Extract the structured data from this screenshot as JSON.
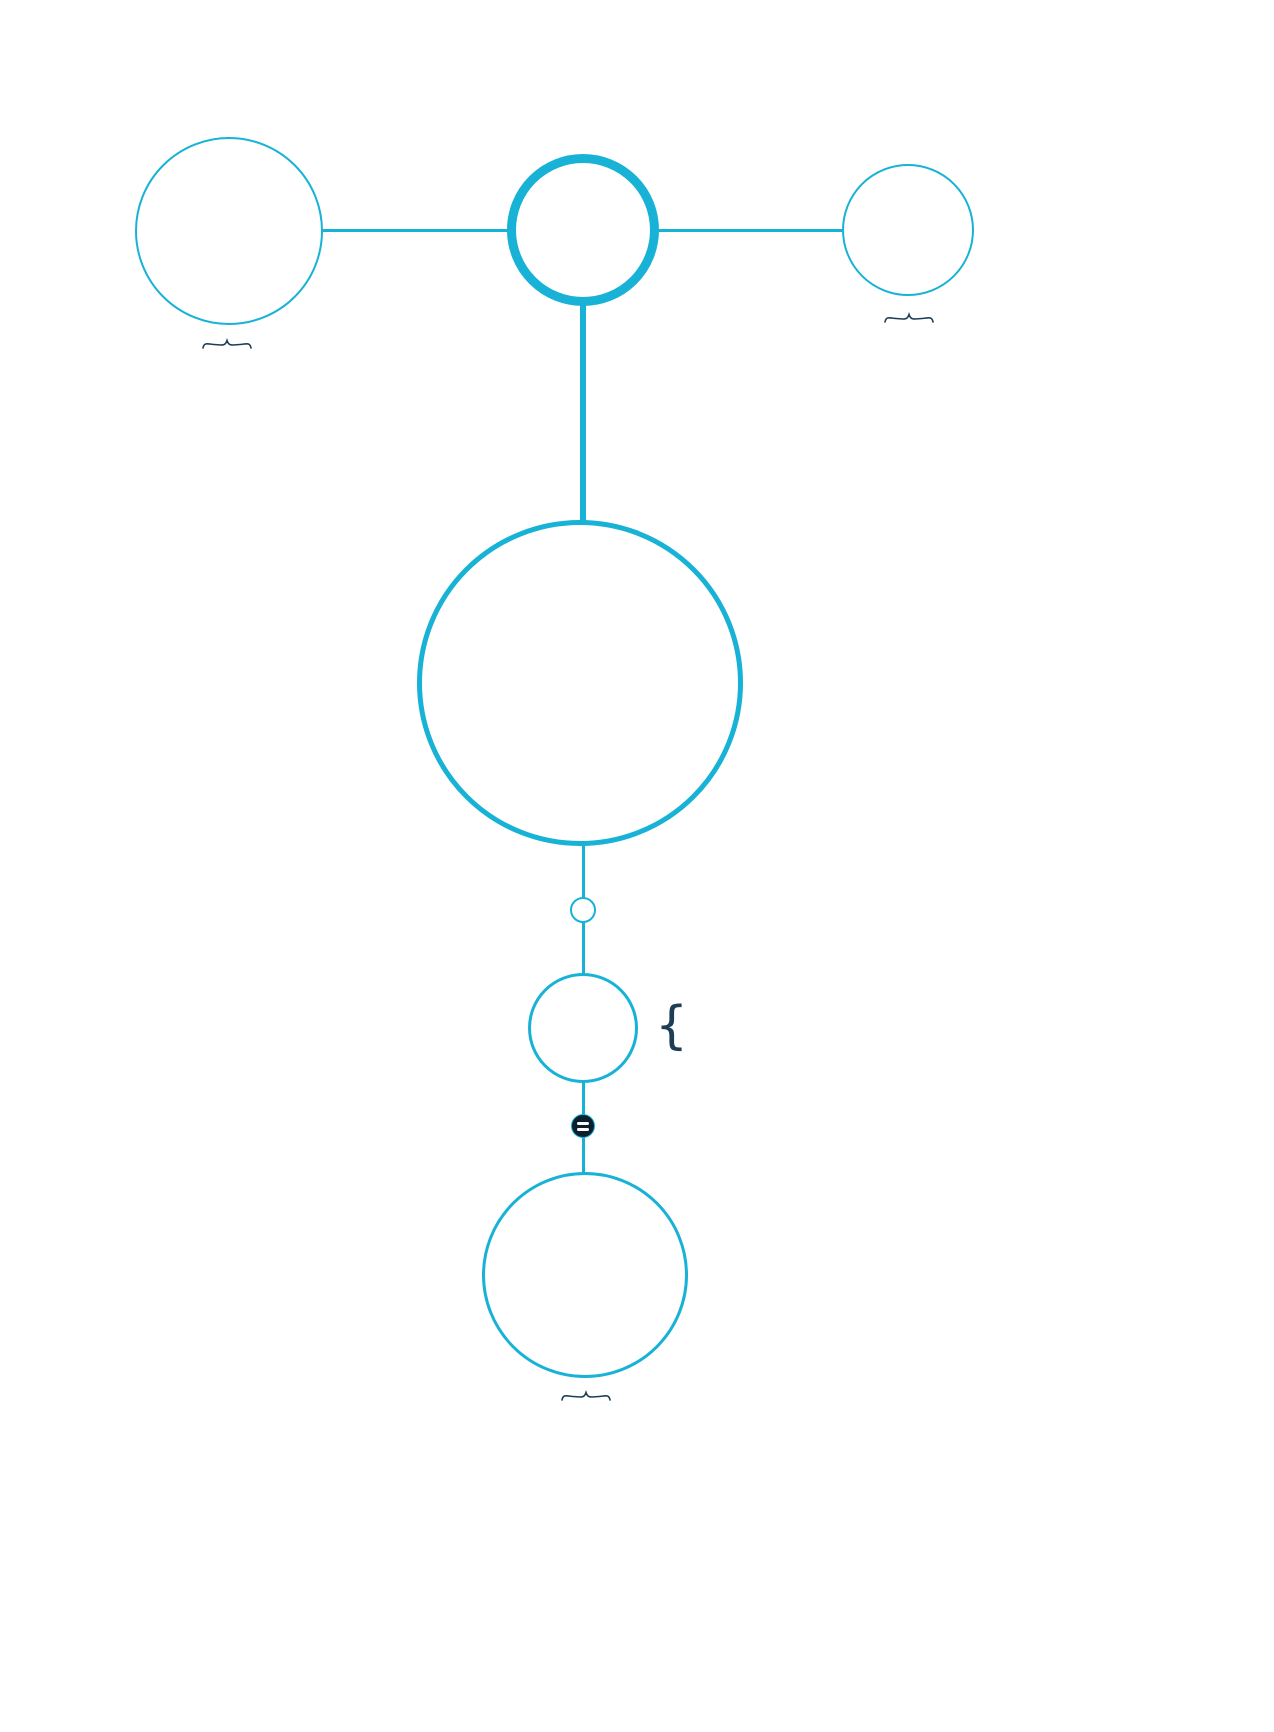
{
  "colors": {
    "accent": "#18b2d6",
    "brace": "#1d3e55",
    "badge_bg": "#0b1f2d",
    "badge_glyph": "#ffffff",
    "canvas_bg": "#ffffff"
  },
  "glyphs": {
    "side_brace": "{"
  },
  "diagram": {
    "nodes": [
      {
        "id": "top-left-node",
        "shape": "circle",
        "label": "",
        "stroke": "thin"
      },
      {
        "id": "root-node",
        "shape": "circle",
        "label": "",
        "stroke": "thick"
      },
      {
        "id": "top-right-node",
        "shape": "circle",
        "label": "",
        "stroke": "thin"
      },
      {
        "id": "large-node",
        "shape": "circle",
        "label": "",
        "stroke": "medium"
      },
      {
        "id": "tiny-node",
        "shape": "circle",
        "label": "",
        "stroke": "thin"
      },
      {
        "id": "mid-node",
        "shape": "circle",
        "label": "",
        "stroke": "thin"
      },
      {
        "id": "bottom-node",
        "shape": "circle",
        "label": "",
        "stroke": "thin"
      }
    ],
    "badges": [
      {
        "id": "equals-badge",
        "icon": "equals-icon"
      }
    ],
    "label_placeholders": [
      {
        "near": "top-left-node",
        "type": "underbrace"
      },
      {
        "near": "top-right-node",
        "type": "underbrace"
      },
      {
        "near": "mid-node",
        "type": "side-brace"
      },
      {
        "near": "bottom-node",
        "type": "underbrace"
      }
    ]
  }
}
